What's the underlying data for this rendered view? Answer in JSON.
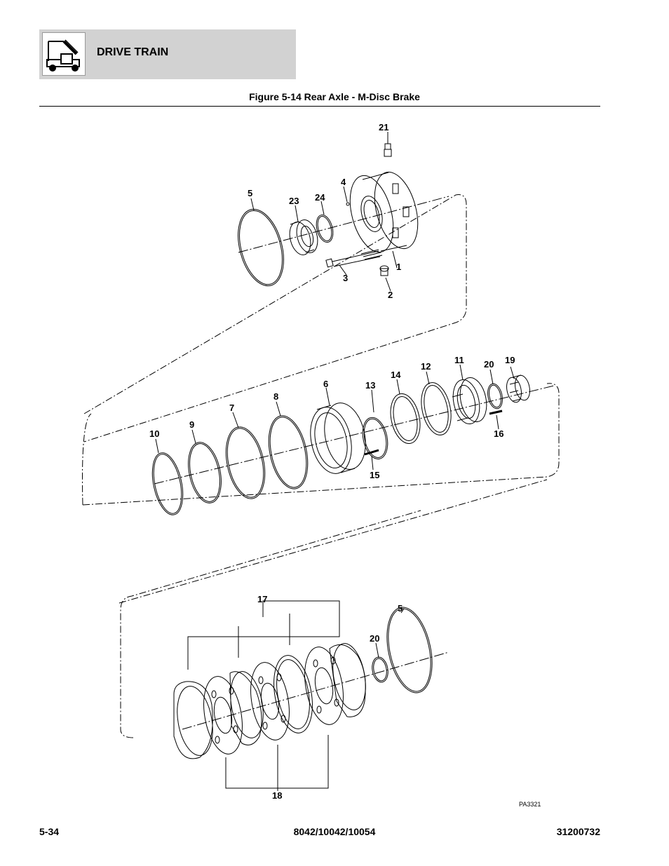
{
  "header": {
    "section_title": "DRIVE TRAIN",
    "logo_icon": "lift-truck-icon"
  },
  "figure": {
    "title": "Figure 5-14 Rear Axle - M-Disc Brake",
    "drawing_id": "PA3321"
  },
  "callouts": {
    "c1": "1",
    "c2": "2",
    "c3": "3",
    "c4": "4",
    "c5a": "5",
    "c5b": "5",
    "c6": "6",
    "c7": "7",
    "c8": "8",
    "c9": "9",
    "c10": "10",
    "c11": "11",
    "c12": "12",
    "c13": "13",
    "c14": "14",
    "c15": "15",
    "c16": "16",
    "c17": "17",
    "c18": "18",
    "c19": "19",
    "c20a": "20",
    "c20b": "20",
    "c21": "21",
    "c23": "23",
    "c24": "24"
  },
  "footer": {
    "page_number": "5-34",
    "models": "8042/10042/10054",
    "doc_number": "31200732"
  }
}
